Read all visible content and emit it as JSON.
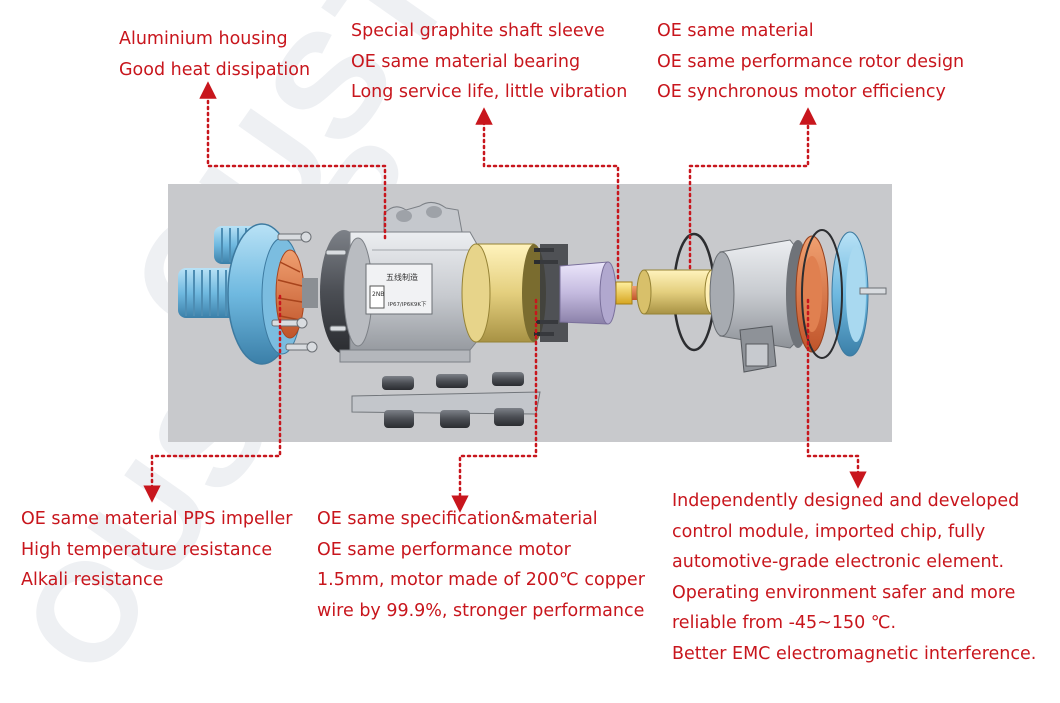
{
  "watermark": "OUSTAR",
  "colors": {
    "callout_text": "#c8161d",
    "leader_line": "#c8161d",
    "housing_grey": "#d0d3d7",
    "impeller_blue": "#7fc3e6",
    "stator_yellow": "#ead78f",
    "rotor_purple": "#c9c0e8",
    "backdrop": "#c8c9cc"
  },
  "callouts": {
    "housing": [
      "Aluminium housing",
      "Good heat dissipation"
    ],
    "shaft_sleeve": [
      "Special graphite shaft sleeve",
      "OE same material bearing",
      "Long service life, little vibration"
    ],
    "rotor": [
      "OE same material",
      "OE same performance rotor design",
      "OE synchronous motor efficiency"
    ],
    "impeller": [
      "OE same material PPS impeller",
      "High temperature resistance",
      "Alkali resistance"
    ],
    "motor": [
      "OE same specification&material",
      "OE same performance motor",
      "1.5mm, motor made of 200℃ copper",
      "wire by 99.9%, stronger performance"
    ],
    "control_module": [
      "Independently designed and developed",
      "control module, imported chip, fully",
      "automotive-grade electronic element.",
      "Operating environment safer and more",
      "reliable from -45~150 ℃.",
      "Better EMC electromagnetic interference."
    ]
  },
  "label_plate": [
    "五线制造",
    "2NB",
    "IP67/IP6K9K下"
  ]
}
